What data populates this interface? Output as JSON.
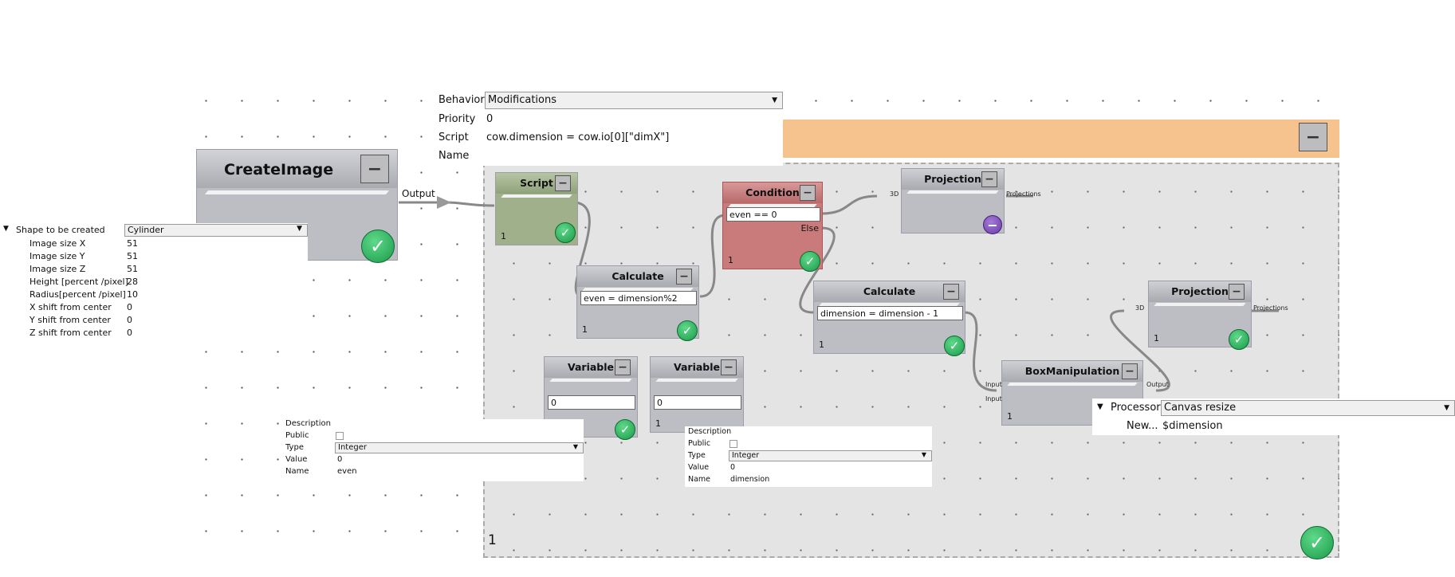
{
  "behavior_panel": {
    "behavior_label": "Behavior",
    "behavior_value": "Modifications",
    "priority_label": "Priority",
    "priority_value": "0",
    "script_label": "Script",
    "script_value": "cow.dimension = cow.io[0][\"dimX\"]",
    "name_label": "Name",
    "name_value": ""
  },
  "group": {
    "number": "1"
  },
  "create_image": {
    "title": "CreateImage",
    "minus": "−",
    "output_label": "Output"
  },
  "create_props": {
    "shape_label": "Shape to be created",
    "shape_value": "Cylinder",
    "rows": [
      {
        "label": "Image size X",
        "value": "51"
      },
      {
        "label": "Image size Y",
        "value": "51"
      },
      {
        "label": "Image size Z",
        "value": "51"
      },
      {
        "label": "Height [percent /pixel]",
        "value": "28"
      },
      {
        "label": "Radius[percent /pixel]",
        "value": "10"
      },
      {
        "label": "X shift from center",
        "value": "0"
      },
      {
        "label": "Y shift from center",
        "value": "0"
      },
      {
        "label": "Z shift from center",
        "value": "0"
      }
    ]
  },
  "nodes": {
    "script": {
      "title": "Script",
      "num": "1"
    },
    "calculate1": {
      "title": "Calculate",
      "expr": "even = dimension%2",
      "num": "1"
    },
    "condition": {
      "title": "Condition",
      "expr": "even == 0",
      "else_label": "Else",
      "num": "1"
    },
    "projection1": {
      "title": "Projection",
      "in_port": "3D",
      "out_port": "Projections"
    },
    "calculate2": {
      "title": "Calculate",
      "expr": "dimension = dimension - 1",
      "num": "1"
    },
    "projection2": {
      "title": "Projection",
      "in_port": "3D",
      "out_port": "Projections",
      "num": "1"
    },
    "variable1": {
      "title": "Variable",
      "value": "0"
    },
    "variable2": {
      "title": "Variable",
      "value": "0",
      "num": "1"
    },
    "boxmanip": {
      "title": "BoxManipulation",
      "in_port1": "Input",
      "in_port2": "Input",
      "out_port": "Output",
      "num": "1"
    }
  },
  "var_panel1": {
    "description_label": "Description",
    "public_label": "Public",
    "type_label": "Type",
    "type_value": "Integer",
    "value_label": "Value",
    "value_value": "0",
    "name_label": "Name",
    "name_value": "even"
  },
  "var_panel2": {
    "description_label": "Description",
    "public_label": "Public",
    "type_label": "Type",
    "type_value": "Integer",
    "value_label": "Value",
    "value_value": "0",
    "name_label": "Name",
    "name_value": "dimension"
  },
  "processor_panel": {
    "processor_label": "Processor",
    "processor_value": "Canvas resize",
    "new_label": "New...",
    "new_value": "$dimension"
  },
  "icons": {
    "check": "✓",
    "minus": "−",
    "dropdown": "▼"
  }
}
